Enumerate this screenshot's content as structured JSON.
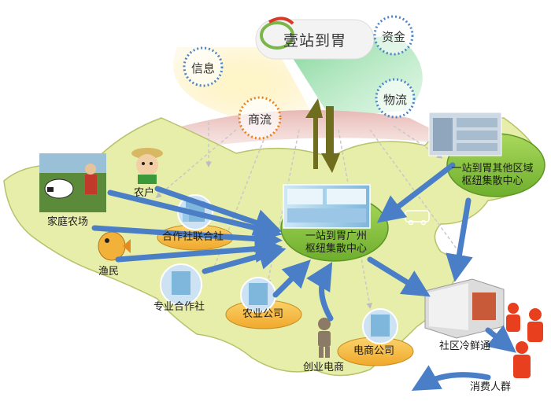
{
  "logo": {
    "text": "壹站到胃"
  },
  "flows": {
    "info": "信息",
    "capital": "资金",
    "commerce": "商流",
    "logistics": "物流"
  },
  "nodes": {
    "family_farm": "家庭农场",
    "farmer": "农户",
    "coop_union": "合作社联合社",
    "fisherman": "渔民",
    "coop": "专业合作社",
    "agri_company": "农业公司",
    "startup_ecom": "创业电商",
    "ecom_company": "电商公司",
    "hub_gz_line1": "一站到胃广州",
    "hub_gz_line2": "枢纽集散中心",
    "hub_other_line1": "一站到胃其他区域",
    "hub_other_line2": "枢纽集散中心",
    "community": "社区冷鲜通",
    "consumers": "消费人群"
  },
  "colors": {
    "map_fill": "#e6eeaa",
    "map_stroke": "#b8c26a",
    "hub_green": "#8dc63f",
    "arrow_blue": "#4a7fc8",
    "oval_orange": "#f5b335",
    "oval_yellow": "#f9d97a",
    "people_red": "#e8401f",
    "dotted_blue": "#4d86c8",
    "dotted_orange": "#e8841f",
    "arrow_olive": "#7a7a2a"
  }
}
